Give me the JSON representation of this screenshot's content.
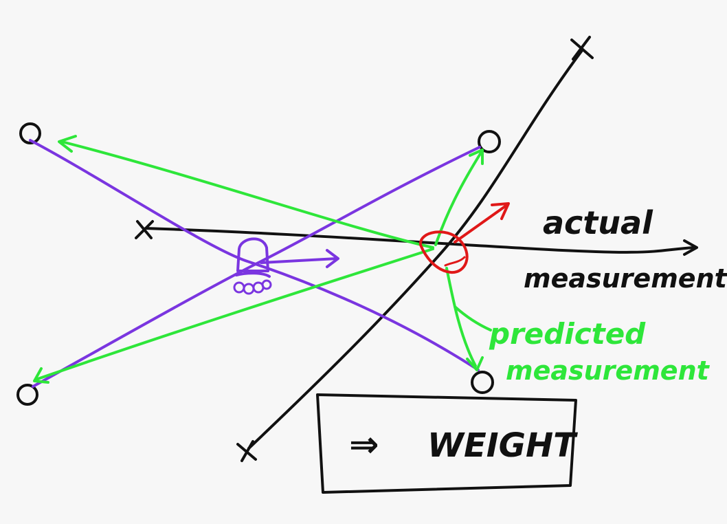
{
  "labels": {
    "actual_line1": "actual",
    "actual_line2": "measurement",
    "predicted_line1": "predicted",
    "predicted_line2": "measurement",
    "box_arrow": "⇒",
    "box_text": "WEIGHT"
  },
  "colors": {
    "background": "#f7f7f7",
    "ink": "#111111",
    "purple": "#7a35e0",
    "green": "#2ee63a",
    "red": "#e01818"
  },
  "icons": {
    "landmark": "circle-landmark-icon",
    "robot": "robot-footprint-icon",
    "axis_end": "x-mark-icon"
  }
}
